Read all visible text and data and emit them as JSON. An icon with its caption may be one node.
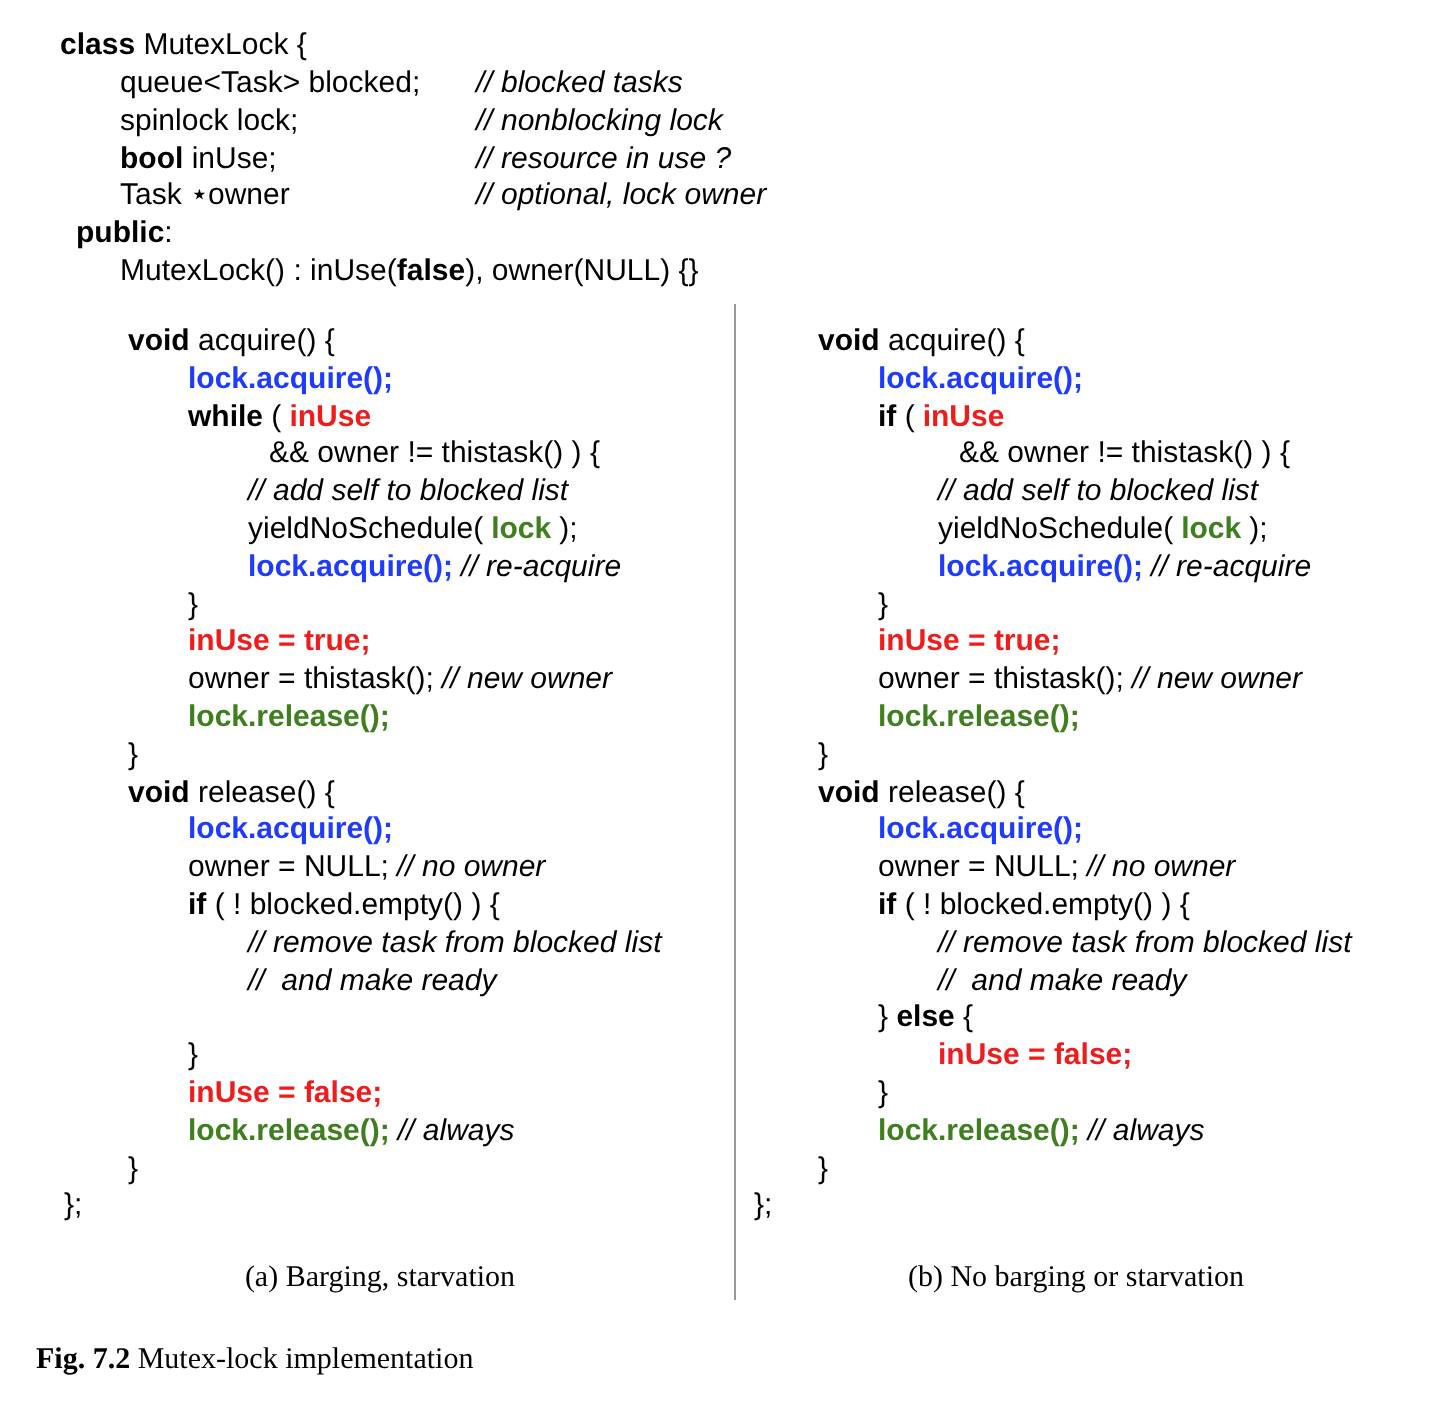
{
  "diagram": {
    "caption": "**Fig. 7.2** Mutex-lock implementation",
    "labels": [
      "**class** MutexLock {",
      "queue<Task> blocked;",
      "// blocked tasks",
      "spinlock lock;",
      "// nonblocking lock",
      "**bool** inUse;",
      "// resource in use ?",
      "Task ⋆owner",
      "// optional, lock owner",
      "**public**:",
      "MutexLock() : inUse(**false**), owner(NULL) {}",
      "**void** acquire() {",
      "lock.acquire();",
      "**while** (",
      "inUse",
      "&& owner != thistask() ) {",
      "// add self to blocked list",
      "yieldNoSchedule(",
      "lock",
      ");",
      "lock.acquire();",
      "// re-acquire",
      "}",
      "inUse = true;",
      "owner = thistask();",
      "// new owner",
      "lock.release();",
      "}",
      "**void** release() {",
      "lock.acquire();",
      "owner = NULL;",
      "// no owner",
      "**if** ( ! blocked.empty() ) {",
      "// remove task from blocked list",
      "//  and make ready",
      "}",
      "inUse = false;",
      "lock.release();",
      "// always",
      "}",
      "};",
      "**void** acquire() {",
      "lock.acquire();",
      "**if** (",
      "inUse",
      "&& owner != thistask() ) {",
      "// add self to blocked list",
      "yieldNoSchedule(",
      "lock",
      ");",
      "lock.acquire();",
      "// re-acquire",
      "}",
      "inUse = true;",
      "owner = thistask();",
      "// new owner",
      "lock.release();",
      "}",
      "**void** release() {",
      "lock.acquire();",
      "owner = NULL;",
      "// no owner",
      "**if** ( ! blocked.empty() ) {",
      "// remove task from blocked list",
      "//  and make ready",
      "} **else** {",
      "inUse = false;",
      "}",
      "lock.release();",
      "// always",
      "}",
      "};",
      "(a) Barging, starvation",
      "(b) No barging or starvation"
    ]
  }
}
